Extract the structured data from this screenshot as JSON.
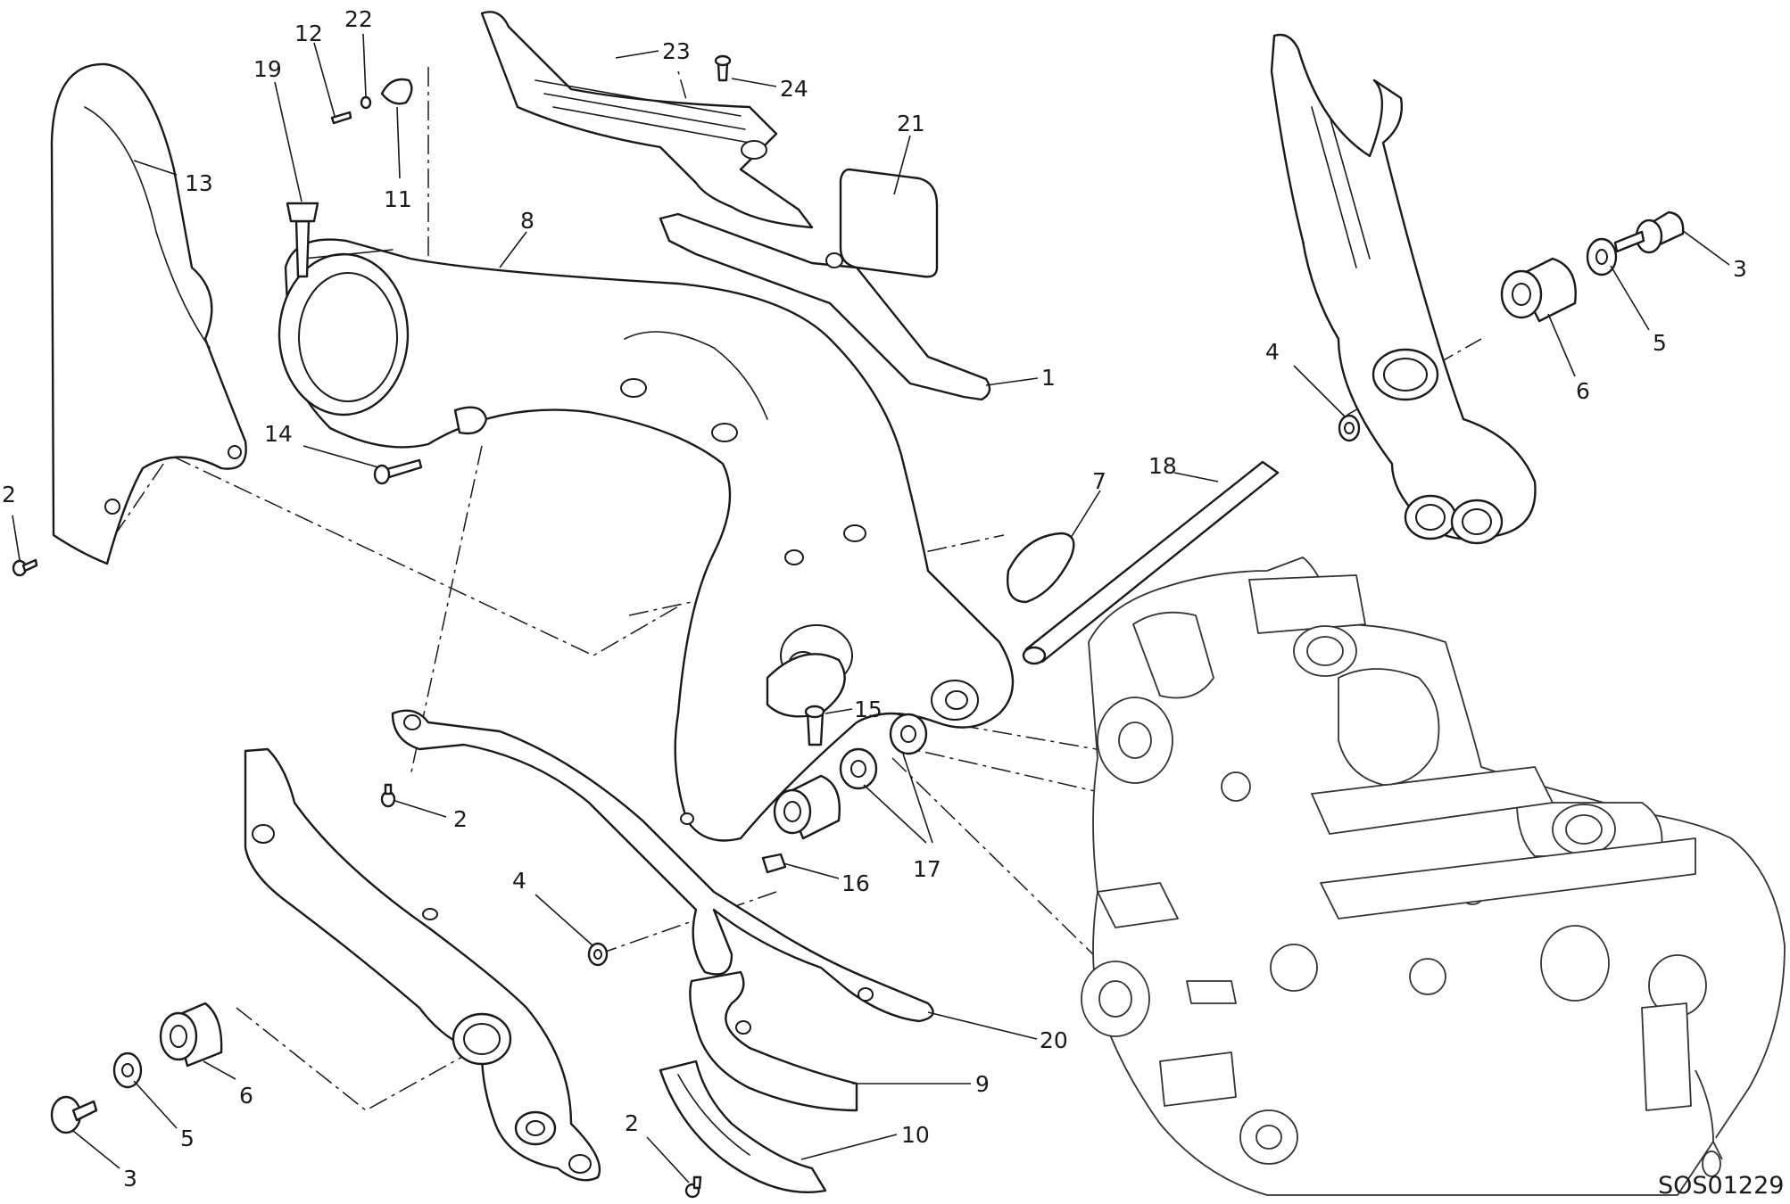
{
  "diagram": {
    "drawing_code": "SOS01229",
    "callouts": [
      {
        "id": "c1",
        "label": "1"
      },
      {
        "id": "c2a",
        "label": "2"
      },
      {
        "id": "c2b",
        "label": "2"
      },
      {
        "id": "c2c",
        "label": "2"
      },
      {
        "id": "c3a",
        "label": "3"
      },
      {
        "id": "c3b",
        "label": "3"
      },
      {
        "id": "c4a",
        "label": "4"
      },
      {
        "id": "c4b",
        "label": "4"
      },
      {
        "id": "c5a",
        "label": "5"
      },
      {
        "id": "c5b",
        "label": "5"
      },
      {
        "id": "c6a",
        "label": "6"
      },
      {
        "id": "c6b",
        "label": "6"
      },
      {
        "id": "c7",
        "label": "7"
      },
      {
        "id": "c8",
        "label": "8"
      },
      {
        "id": "c9",
        "label": "9"
      },
      {
        "id": "c10",
        "label": "10"
      },
      {
        "id": "c11",
        "label": "11"
      },
      {
        "id": "c12",
        "label": "12"
      },
      {
        "id": "c13",
        "label": "13"
      },
      {
        "id": "c14",
        "label": "14"
      },
      {
        "id": "c15",
        "label": "15"
      },
      {
        "id": "c16",
        "label": "16"
      },
      {
        "id": "c17",
        "label": "17"
      },
      {
        "id": "c18",
        "label": "18"
      },
      {
        "id": "c19",
        "label": "19"
      },
      {
        "id": "c20",
        "label": "20"
      },
      {
        "id": "c21",
        "label": "21"
      },
      {
        "id": "c22",
        "label": "22"
      },
      {
        "id": "c23",
        "label": "23"
      },
      {
        "id": "c24",
        "label": "24"
      }
    ]
  }
}
